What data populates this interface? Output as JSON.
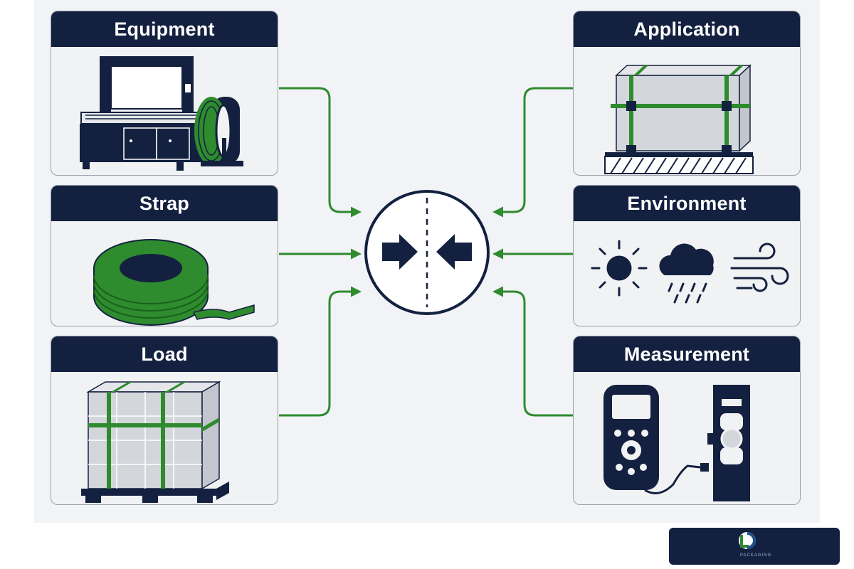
{
  "cards": {
    "equipment": {
      "title": "Equipment",
      "icon": "strapping-machine-icon"
    },
    "strap": {
      "title": "Strap",
      "icon": "strap-coil-icon"
    },
    "load": {
      "title": "Load",
      "icon": "strapped-pallet-load-icon"
    },
    "application": {
      "title": "Application",
      "icon": "strapped-crate-icon"
    },
    "environment": {
      "title": "Environment",
      "icon": "weather-icons"
    },
    "measurement": {
      "title": "Measurement",
      "icon": "tension-meter-icon"
    }
  },
  "center": {
    "icon": "opposing-arrows-icon"
  },
  "logo": {
    "mark": "LP",
    "word": "PACKAGING"
  },
  "colors": {
    "navy": "#13203f",
    "green": "#2e8b2e",
    "card_bg": "#f1f2f4",
    "page_bg": "#f2f3f6"
  }
}
